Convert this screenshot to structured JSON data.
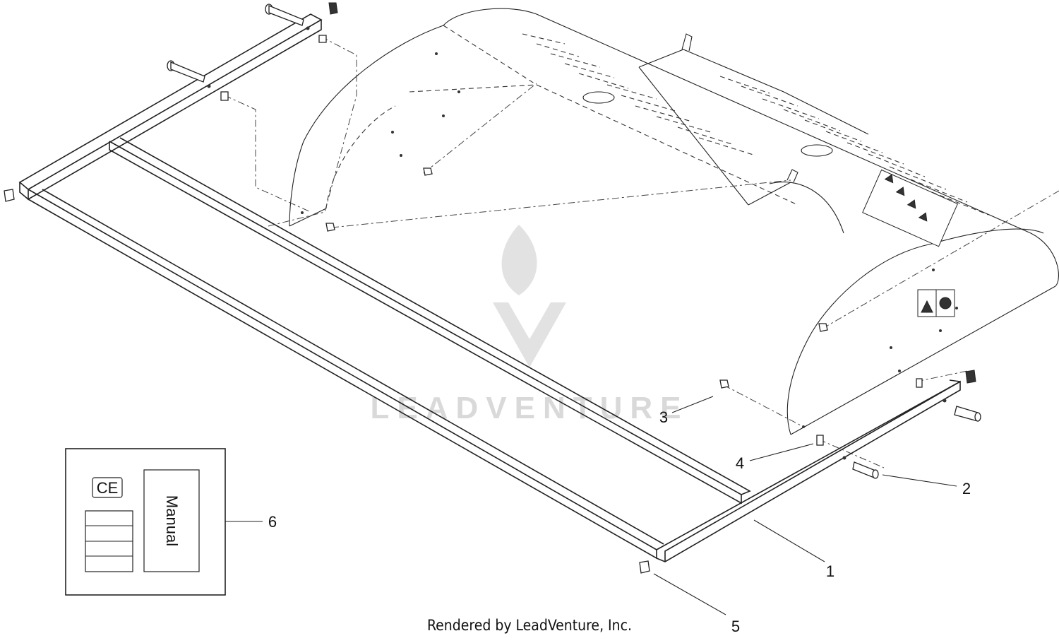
{
  "callouts": [
    {
      "id": "1",
      "label": "1"
    },
    {
      "id": "2",
      "label": "2"
    },
    {
      "id": "3",
      "label": "3"
    },
    {
      "id": "4",
      "label": "4"
    },
    {
      "id": "5",
      "label": "5"
    },
    {
      "id": "6",
      "label": "6"
    }
  ],
  "kit": {
    "ce_label": "CE",
    "manual_label": "Manual"
  },
  "watermark": {
    "text": "LEADVENTURE"
  },
  "credit": {
    "text": "Rendered by LeadVenture, Inc."
  }
}
